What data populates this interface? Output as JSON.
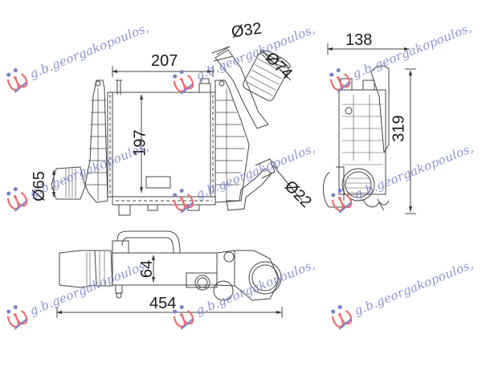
{
  "drawing": {
    "subject": "intercooler technical drawing",
    "colors": {
      "line": "#333333",
      "watermark_text": "#7b7fcf",
      "watermark_logo": "#f26b6b",
      "background": "#ffffff"
    }
  },
  "dimensions": {
    "front_width": "207",
    "core_height": "197",
    "inlet_diameter_small": "Ø32",
    "inlet_diameter_large": "Ø74",
    "left_port_diameter": "Ø65",
    "pipe_diameter": "Ø22",
    "side_depth": "138",
    "side_height": "319",
    "bottom_thickness": "64",
    "overall_length": "454"
  },
  "watermarks": [
    {
      "text": "g.b.georgakopoulos,"
    },
    {
      "text": "g.b.georgakopoulos,"
    },
    {
      "text": "g.b.georgakopoulos,"
    },
    {
      "text": "g.b.georgakopoulos,"
    },
    {
      "text": "g.b.georgakopoulos,"
    },
    {
      "text": "g.b.georgakopoulos,"
    },
    {
      "text": "g.b.georgakopoulos,"
    },
    {
      "text": "g.b.georgakopoulos,"
    },
    {
      "text": "g.b.georgakopoulos,"
    }
  ]
}
